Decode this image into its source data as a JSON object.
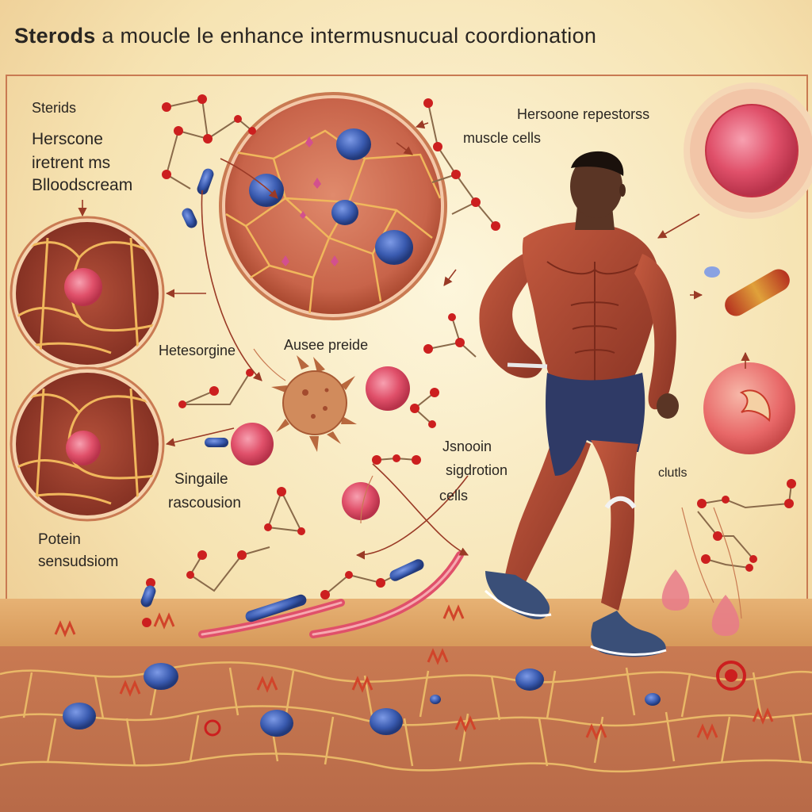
{
  "title": {
    "bold": "Sterods",
    "rest": " a moucle le enhance intermusnucual coordionation"
  },
  "labels": {
    "sterids": "Sterids",
    "herscone": "Herscone",
    "iretrent": "iretrent ms",
    "bllodscream": "Blloodscream",
    "hersoone_repestorss": "Hersoone repestorss",
    "muscle_cells": "muscle cells",
    "ausee_preide": "Ausee preide",
    "hetesorgine": "Hetesorgine",
    "jsnooin": "Jsnooin",
    "sigdrotion": "sigdrotion",
    "cells": "cells",
    "clutls": "clutls",
    "singaile": "Singaile",
    "rascousion": "rascousion",
    "potein": "Potein",
    "sensudsiom": "sensudsiom"
  },
  "colors": {
    "background_light": "#fbf0cf",
    "background_warm": "#f1d59e",
    "tissue": "#c8644a",
    "tissue_dark": "#8a3424",
    "cell_pink": "#e0506a",
    "blue_molecule": "#3a5bb0",
    "red_atom": "#cc1f1f",
    "skin": "#5a3525",
    "muscle": "#a8452f",
    "shorts": "#2f3a66",
    "shoes": "#3a4f78"
  }
}
